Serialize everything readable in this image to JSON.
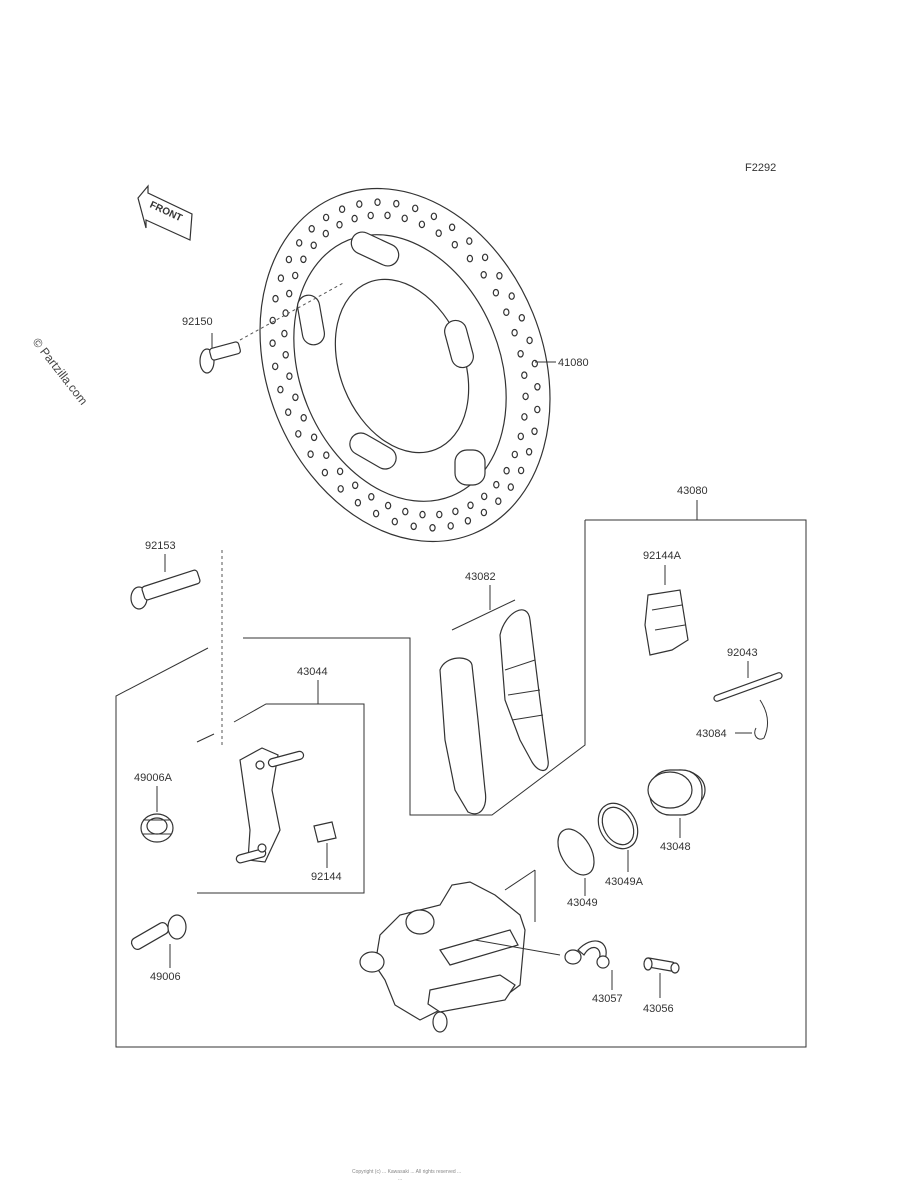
{
  "figure_code": "F2292",
  "watermark": "© Partzilla.com",
  "front_label": "FRONT",
  "footer_line1": "Copyright (c) ... Kawasaki ... All rights reserved ...",
  "footer_line2": "...",
  "parts": {
    "p41080": "41080",
    "p92150": "92150",
    "p43080": "43080",
    "p92153": "92153",
    "p43082": "43082",
    "p92144A": "92144A",
    "p92043": "92043",
    "p43044": "43044",
    "p43084": "43084",
    "p49006A": "49006A",
    "p43048": "43048",
    "p43049A": "43049A",
    "p92144": "92144",
    "p43049": "43049",
    "p49006": "49006",
    "p43057": "43057",
    "p43056": "43056"
  }
}
